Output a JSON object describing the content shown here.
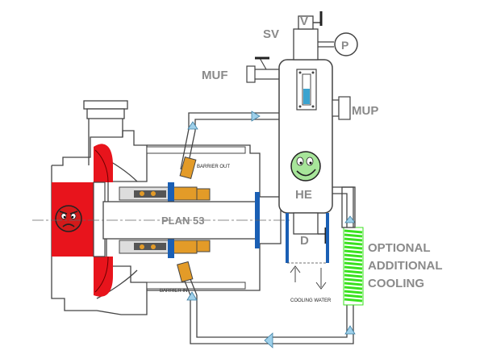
{
  "labels": {
    "sv": "SV",
    "v": "V",
    "p": "P",
    "muf": "MUF",
    "mup": "MUP",
    "he": "HE",
    "d": "D",
    "plan": "PLAN 53",
    "barrier_out": "BARRIER OUT",
    "barrier_in": "BARRIER IN",
    "cooling_water": "COOLING WATER",
    "optional_1": "OPTIONAL",
    "optional_2": "ADDITIONAL",
    "optional_3": "COOLING"
  },
  "faces": {
    "pump": "angry",
    "heat_exchanger": "smiling"
  },
  "colors": {
    "impeller": "#e8141c",
    "face_red": "#d21a1a",
    "face_green": "#a7e59a",
    "seal_orange": "#e39b28",
    "seal_blue": "#1a5fb4",
    "cooling_coil": "#39e21e",
    "flow_arrow": "#9ed0ea",
    "level_gauge": "#3aa3d0",
    "pipe": "#444444"
  }
}
